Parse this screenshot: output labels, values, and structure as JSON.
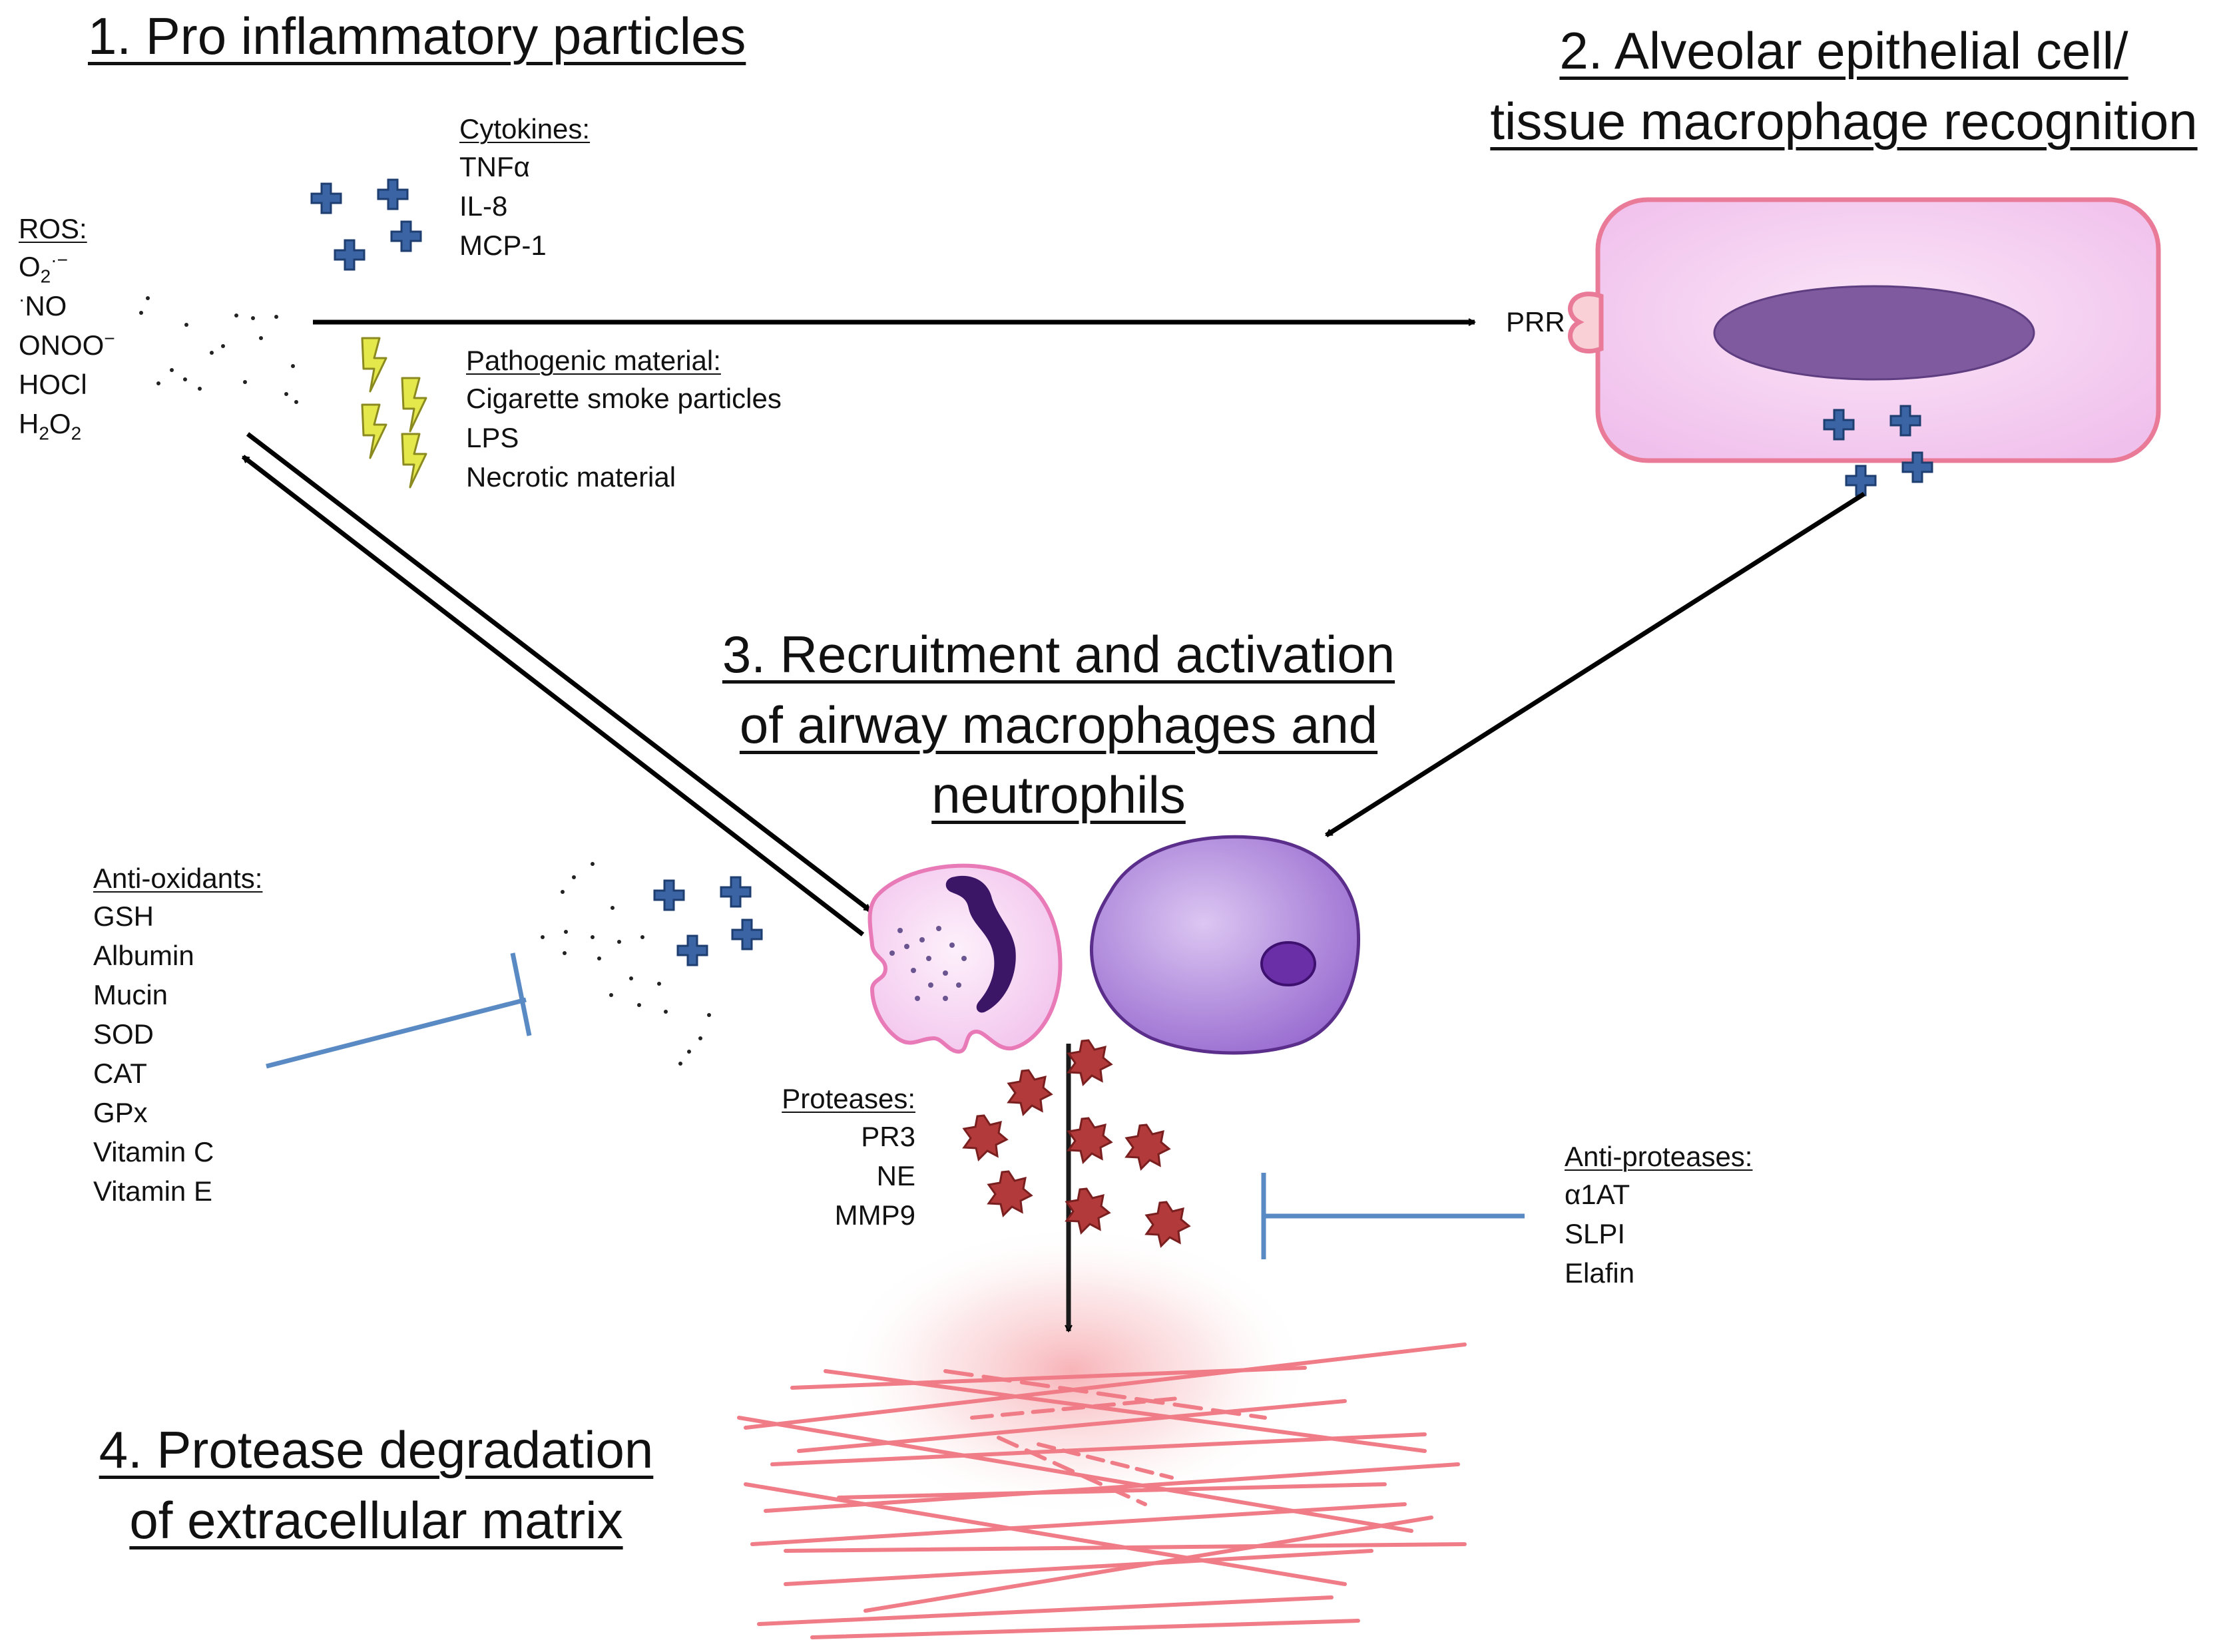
{
  "headings": {
    "step1": "1. Pro inflammatory particles",
    "step2_line1": "2. Alveolar epithelial cell/",
    "step2_line2": "tissue macrophage recognition",
    "step3_line1": "3. Recruitment and activation",
    "step3_line2": "of airway macrophages and",
    "step3_line3": "neutrophils",
    "step4_line1": "4. Protease degradation",
    "step4_line2": "of extracellular matrix"
  },
  "cytokines": {
    "title": "Cytokines:",
    "items": [
      "TNFα",
      "IL-8",
      "MCP-1"
    ]
  },
  "ros": {
    "title": "ROS:",
    "o2_base": "O",
    "o2_sub": "2",
    "o2_sup": "·−",
    "no_dot": "·",
    "no": "NO",
    "onoo": "ONOO",
    "onoo_sup": "−",
    "hocl": "HOCl",
    "h2o2_h": "H",
    "h2o2_sub1": "2",
    "h2o2_o": "O",
    "h2o2_sub2": "2"
  },
  "pathogenic": {
    "title": "Pathogenic material:",
    "items": [
      "Cigarette smoke particles",
      "LPS",
      "Necrotic material"
    ]
  },
  "prr": "PRR",
  "antioxidants": {
    "title": "Anti-oxidants:",
    "items": [
      "GSH",
      "Albumin",
      "Mucin",
      "SOD",
      "CAT",
      "GPx",
      "Vitamin C",
      "Vitamin E"
    ]
  },
  "proteases": {
    "title": "Proteases:",
    "items": [
      "PR3",
      "NE",
      "MMP9"
    ]
  },
  "antiproteases": {
    "title": "Anti-proteases:",
    "items": [
      "α1AT",
      "SLPI",
      "Elafin"
    ]
  },
  "colors": {
    "cytokine_cross": "#3a64a4",
    "cross_outline": "#1e3e70",
    "bolt": "#e4e84a",
    "bolt_outline": "#8a8a20",
    "cell_fill": "#f2c6ee",
    "cell_border": "#e97a98",
    "nucleus": "#7f5a9e",
    "macrophage": "#a37ad6",
    "neutrophil_nucleus": "#3b1566",
    "protease_star": "#b23a3a",
    "inhibitor_line": "#5a8ac4",
    "matrix_fiber": "#ef7c86"
  }
}
